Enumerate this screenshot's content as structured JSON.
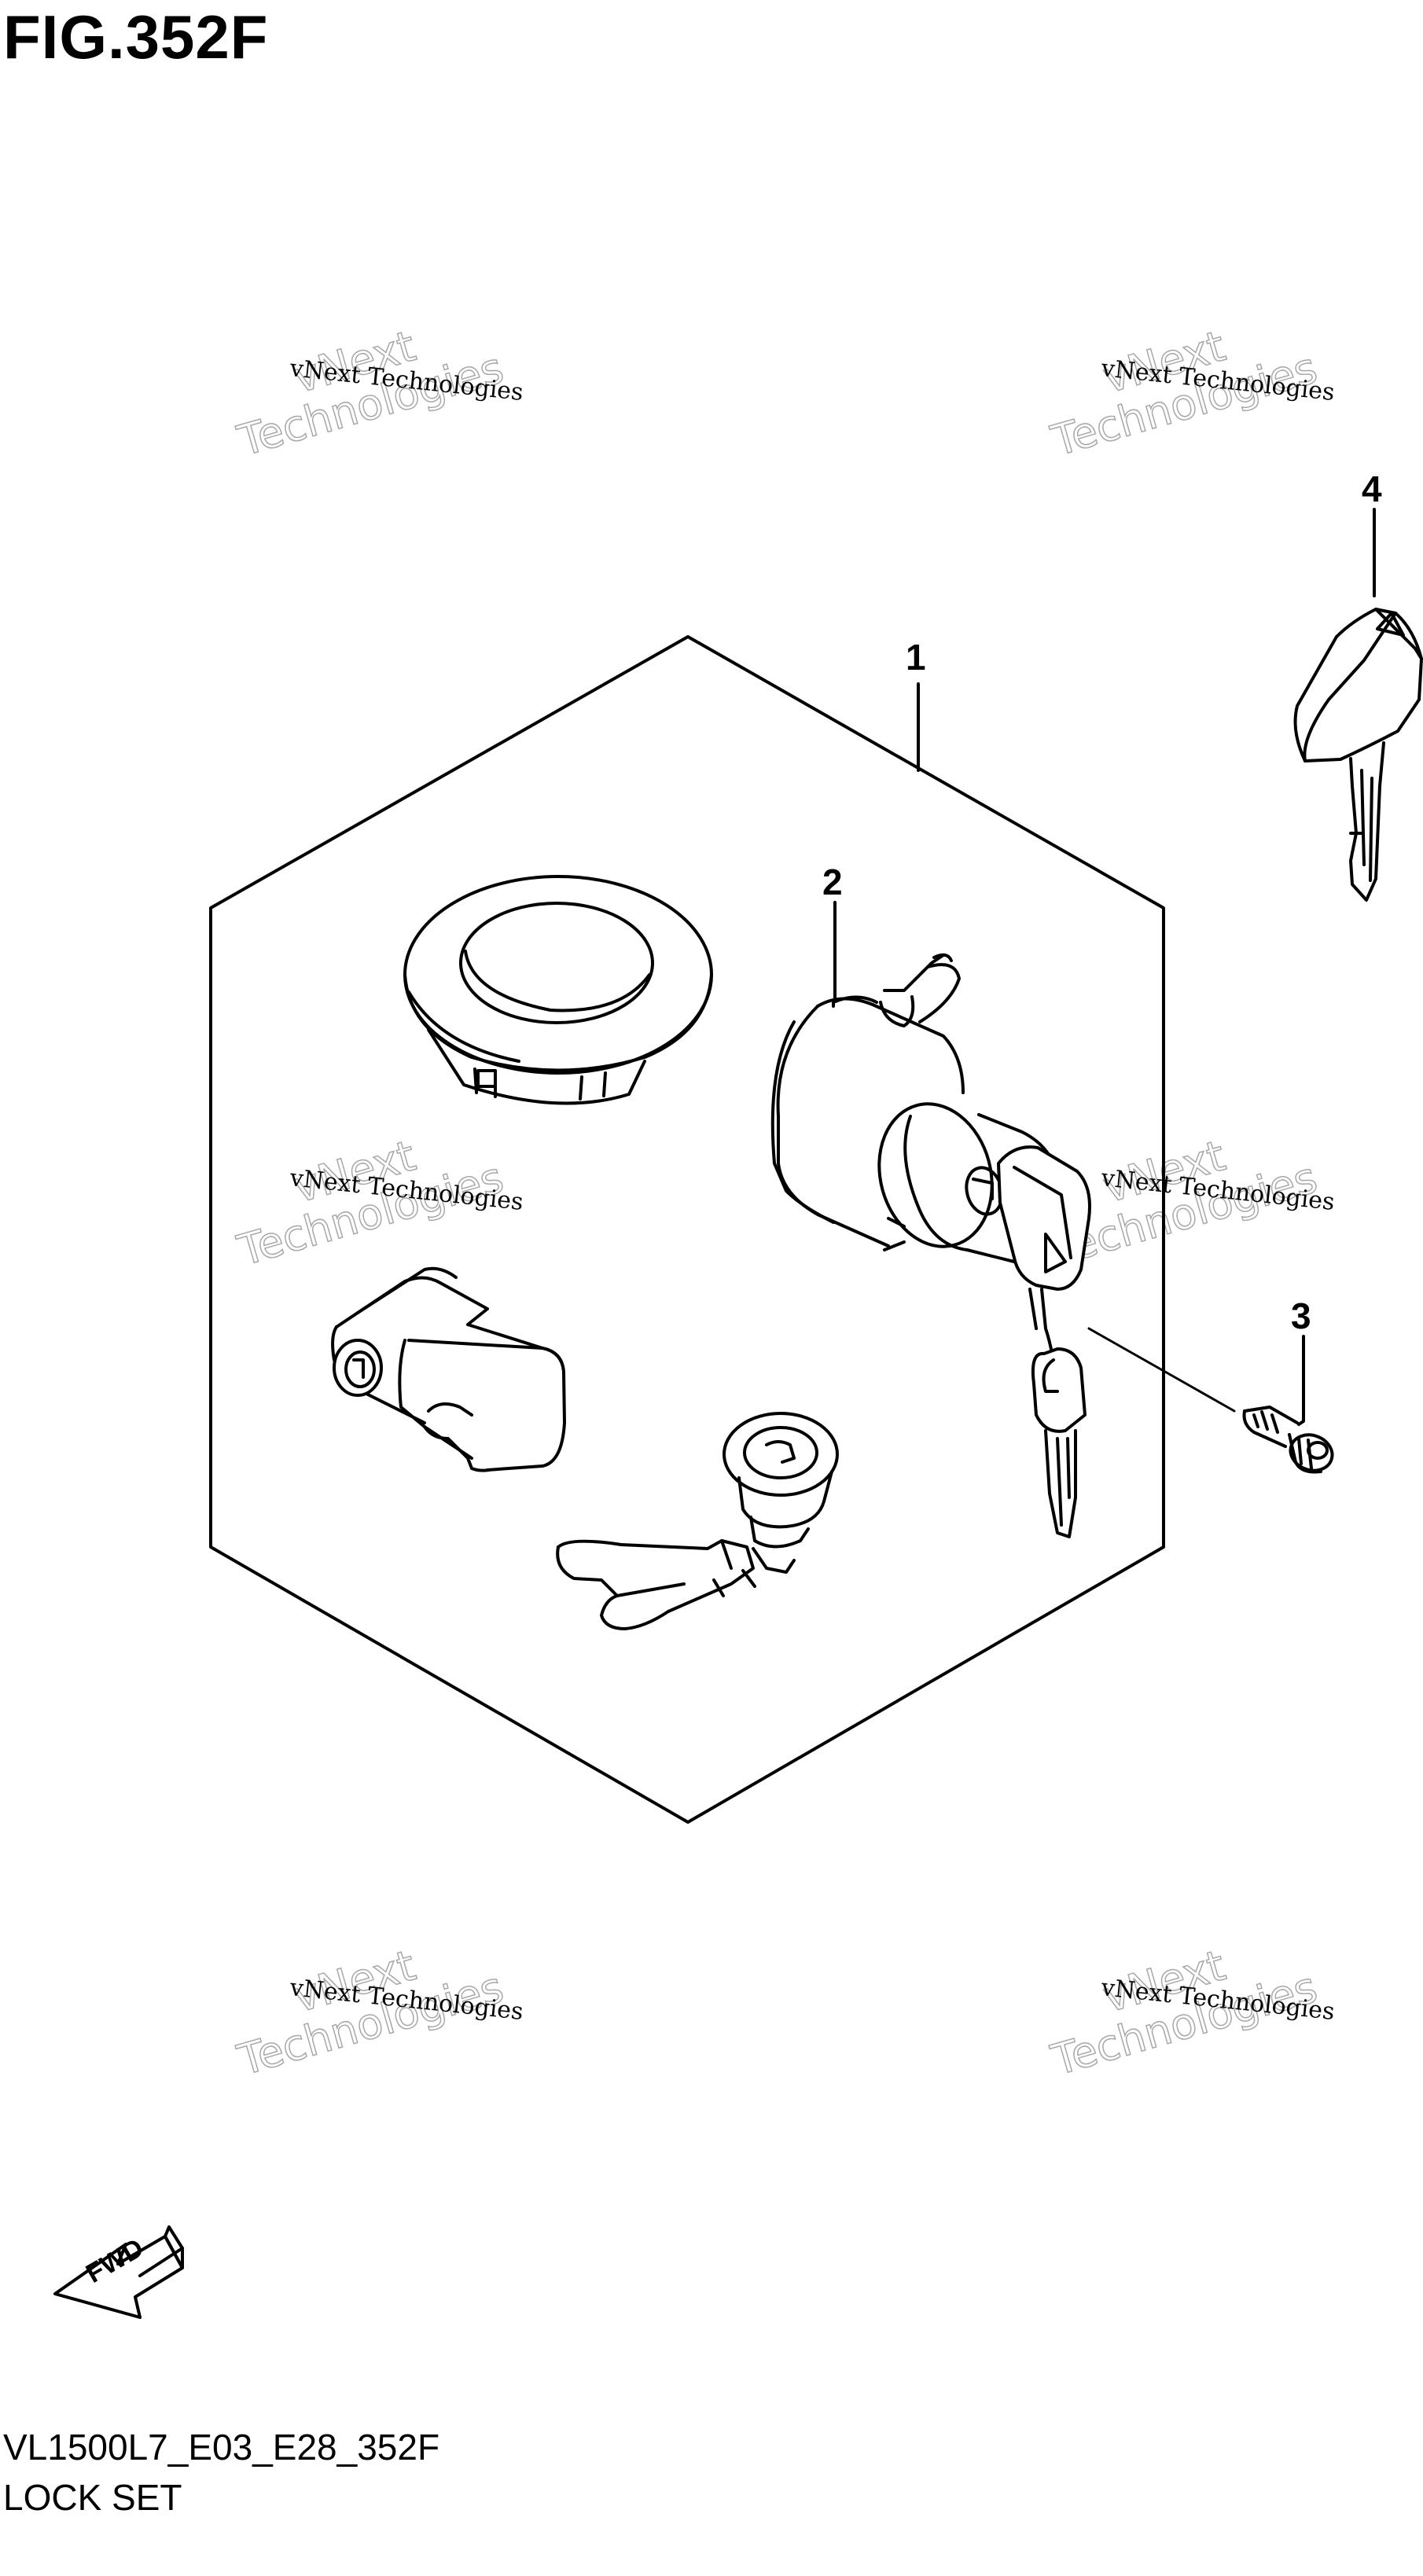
{
  "figure": {
    "title": "FIG.352F"
  },
  "callouts": [
    "1",
    "2",
    "3",
    "4"
  ],
  "watermark": {
    "line1": "vNext Technologies",
    "line2": "vNext",
    "line3": "Technologies"
  },
  "fwd_label": "FWD",
  "footer": {
    "code": "VL1500L7_E03_E28_352F",
    "name": "LOCK SET"
  }
}
